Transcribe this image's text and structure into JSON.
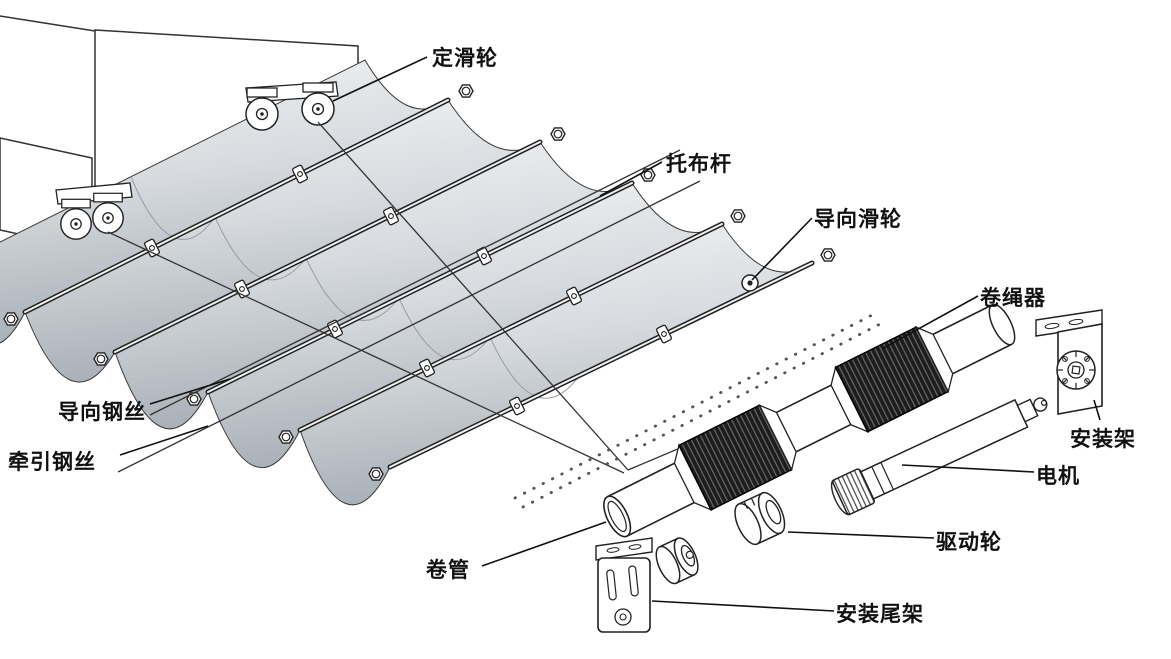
{
  "diagram": {
    "type": "exploded-technical-diagram",
    "labels": [
      {
        "id": "fixed-pulley",
        "text": "定滑轮"
      },
      {
        "id": "fabric-support-rod",
        "text": "托布杆"
      },
      {
        "id": "guide-pulley",
        "text": "导向滑轮"
      },
      {
        "id": "cord-winder",
        "text": "卷绳器"
      },
      {
        "id": "mounting-bracket",
        "text": "安装架"
      },
      {
        "id": "motor",
        "text": "电机"
      },
      {
        "id": "drive-wheel",
        "text": "驱动轮"
      },
      {
        "id": "mounting-tail-bracket",
        "text": "安装尾架"
      },
      {
        "id": "roller-tube",
        "text": "卷管"
      },
      {
        "id": "traction-steel-wire",
        "text": "牵引钢丝"
      },
      {
        "id": "guide-steel-wire",
        "text": "导向钢丝"
      }
    ],
    "colors": {
      "line": "#1a1a1a",
      "label_text": "#111111",
      "fabric_light": "#f5f6f7",
      "fabric_dark": "#a6adb5",
      "drum": "#1d1d1d",
      "background": "#ffffff"
    }
  }
}
